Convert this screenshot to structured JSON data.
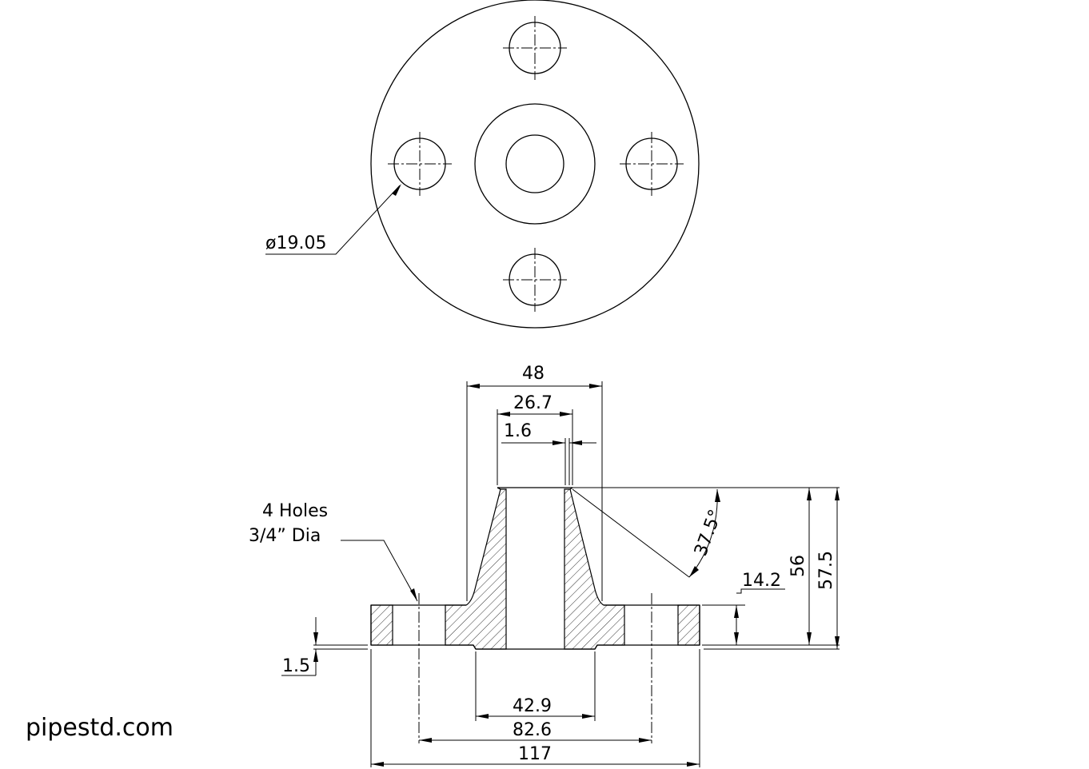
{
  "watermark": "pipestd.com",
  "top_view": {
    "bolt_hole_dim": "ø19.05"
  },
  "section_view": {
    "dim_hub_dia": "48",
    "dim_bore_dia": "26.7",
    "dim_chamfer": "1.6",
    "dim_bevel_angle": "37.5°",
    "dim_flange_thk": "14.2",
    "dim_length_56": "56",
    "dim_length_575": "57.5",
    "dim_raised_face": "1.5",
    "dim_rf_dia": "42.9",
    "dim_bolt_circle": "82.6",
    "dim_od": "117",
    "note_holes_line1": "4 Holes",
    "note_holes_line2": "3/4” Dia"
  }
}
